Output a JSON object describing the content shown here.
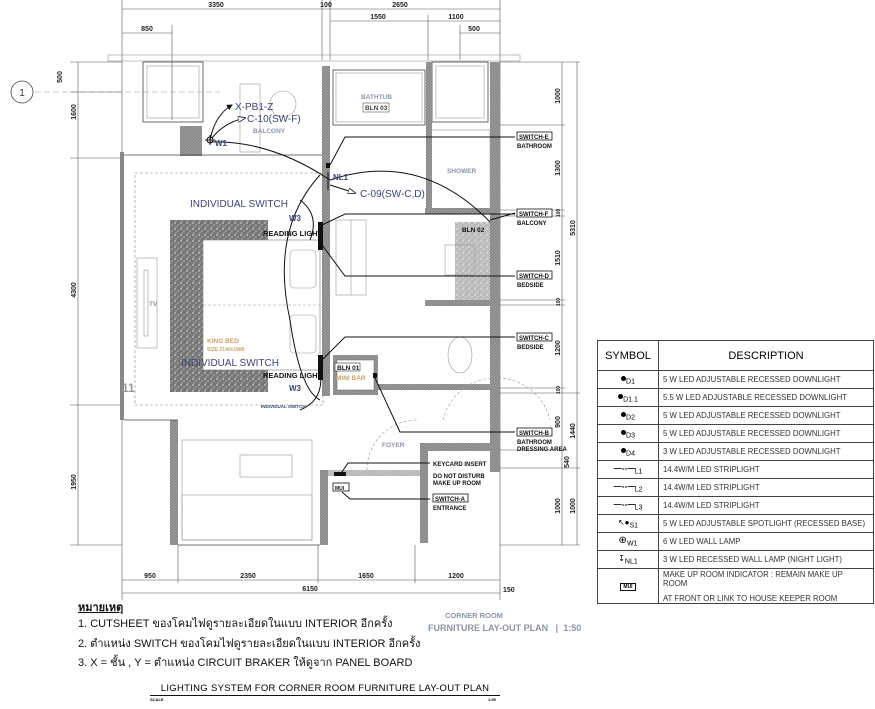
{
  "grid_marker": "1",
  "dimensions": {
    "top": [
      "3350",
      "100",
      "2650",
      "1550",
      "1100",
      "850",
      "500"
    ],
    "bottom": [
      "950",
      "2350",
      "1650",
      "1200",
      "6150",
      "150"
    ],
    "left": [
      "500",
      "1600",
      "4300",
      "1950"
    ],
    "right": [
      "1000",
      "1300",
      "100",
      "1510",
      "100",
      "1200",
      "100",
      "900",
      "540",
      "1000",
      "5310",
      "1440",
      "1000"
    ]
  },
  "rooms": {
    "bathtub": "BATHTUB",
    "bln03": "BLN 03",
    "balcony": "BALCONY",
    "shower": "SHOWER",
    "bln02": "BLN 02",
    "tv": "TV",
    "king_bed": "KING BED",
    "bed_size": "SIZE 2140x1980",
    "bln01": "BLN 01",
    "mini_bar": "MINI BAR",
    "foyer": "FOYER"
  },
  "callouts": {
    "xpb": "X-PB1-Z",
    "c10": "C-10(SW-F)",
    "w1": "W1",
    "nl1": "NL1",
    "c09": "C-09(SW-C,D)",
    "ind_switch_1": "INDIVIDUAL SWITCH",
    "ind_switch_2": "INDIVIDUAL SWITCH",
    "ind_switch_small": "INDIVIDUAL SWITCH",
    "w3_1": "W3",
    "w3_2": "W3",
    "reading_1": "READING LIGHT",
    "reading_2": "READING LIGHT"
  },
  "switches": [
    {
      "tag": "SWITCH-E",
      "desc": [
        "BATHROOM"
      ]
    },
    {
      "tag": "SWITCH-F",
      "desc": [
        "BALCONY"
      ]
    },
    {
      "tag": "SWITCH-D",
      "desc": [
        "BEDSIDE"
      ]
    },
    {
      "tag": "SWITCH-C",
      "desc": [
        "BEDSIDE"
      ]
    },
    {
      "tag": "SWITCH-B",
      "desc": [
        "BATHROOM",
        "DRESSING AREA"
      ]
    },
    {
      "tag": "SWITCH-A",
      "desc": [
        "ENTRANCE"
      ]
    }
  ],
  "entry_labels": {
    "keycard": "KEYCARD INSERT",
    "dnd": "DO NOT DISTURB",
    "mur": "MAKE UP ROOM",
    "mui": "MUI"
  },
  "plan_title": {
    "room": "CORNER ROOM",
    "plan": "FURNITURE LAY-OUT PLAN   |  1:50"
  },
  "notes": {
    "heading": "หมายเหตุ",
    "items": [
      "1.  CUTSHEET  ของโคมไฟดูรายละเอียดในแบบ INTERIOR  อีกครั้ง",
      "2.  ตำแหน่ง SWITCH  ของโคมไฟดูรายละเอียดในแบบ INTERIOR    อีกครั้ง",
      "3.  X  =  ชั้น  ,  Y  =  ตำแหน่ง CIRCUIT BRAKER  ให้ดูจาก PANEL BOARD"
    ]
  },
  "drawing_title": "LIGHTING SYSTEM FOR CORNER ROOM FURNITURE LAY-OUT PLAN",
  "scale_label": "SCALE",
  "scale_value": "1:50",
  "legend": {
    "header": {
      "symbol": "SYMBOL",
      "description": "DESCRIPTION"
    },
    "rows": [
      {
        "code": "D1",
        "icon": "downlight-dot",
        "desc": "5 W LED ADJUSTABLE RECESSED DOWNLIGHT"
      },
      {
        "code": "D1.1",
        "icon": "downlight-dot",
        "desc": "5.5 W LED ADJUSTABLE RECESSED DOWNLIGHT"
      },
      {
        "code": "D2",
        "icon": "downlight-dot",
        "desc": "5 W LED ADJUSTABLE RECESSED DOWNLIGHT"
      },
      {
        "code": "D3",
        "icon": "downlight-dot",
        "desc": "5 W LED ADJUSTABLE RECESSED DOWNLIGHT"
      },
      {
        "code": "D4",
        "icon": "downlight-dot",
        "desc": "3 W LED ADJUSTABLE RECESSED DOWNLIGHT"
      },
      {
        "code": "L1",
        "icon": "striplight-dash",
        "desc": "14.4W/M LED STRIPLIGHT"
      },
      {
        "code": "L2",
        "icon": "striplight-dash",
        "desc": "14.4W/M LED STRIPLIGHT"
      },
      {
        "code": "L3",
        "icon": "striplight-dash",
        "desc": "14.4W/M LED STRIPLIGHT"
      },
      {
        "code": "S1",
        "icon": "spotlight-arrow",
        "desc": "5 W LED ADJUSTABLE SPOTLIGHT (RECESSED BASE)"
      },
      {
        "code": "W1",
        "icon": "wall-lamp-crosshair",
        "desc": "6 W LED WALL LAMP"
      },
      {
        "code": "NL1",
        "icon": "night-light",
        "desc": "3 W LED RECESSED WALL LAMP (NIGHT LIGHT)"
      },
      {
        "code": "MUI",
        "icon": "mui-box",
        "desc": "MAKE UP ROOM INDICATOR : REMAIN MAKE UP ROOM",
        "desc2": "AT FRONT OR LINK TO HOUSE KEEPER ROOM"
      }
    ]
  }
}
